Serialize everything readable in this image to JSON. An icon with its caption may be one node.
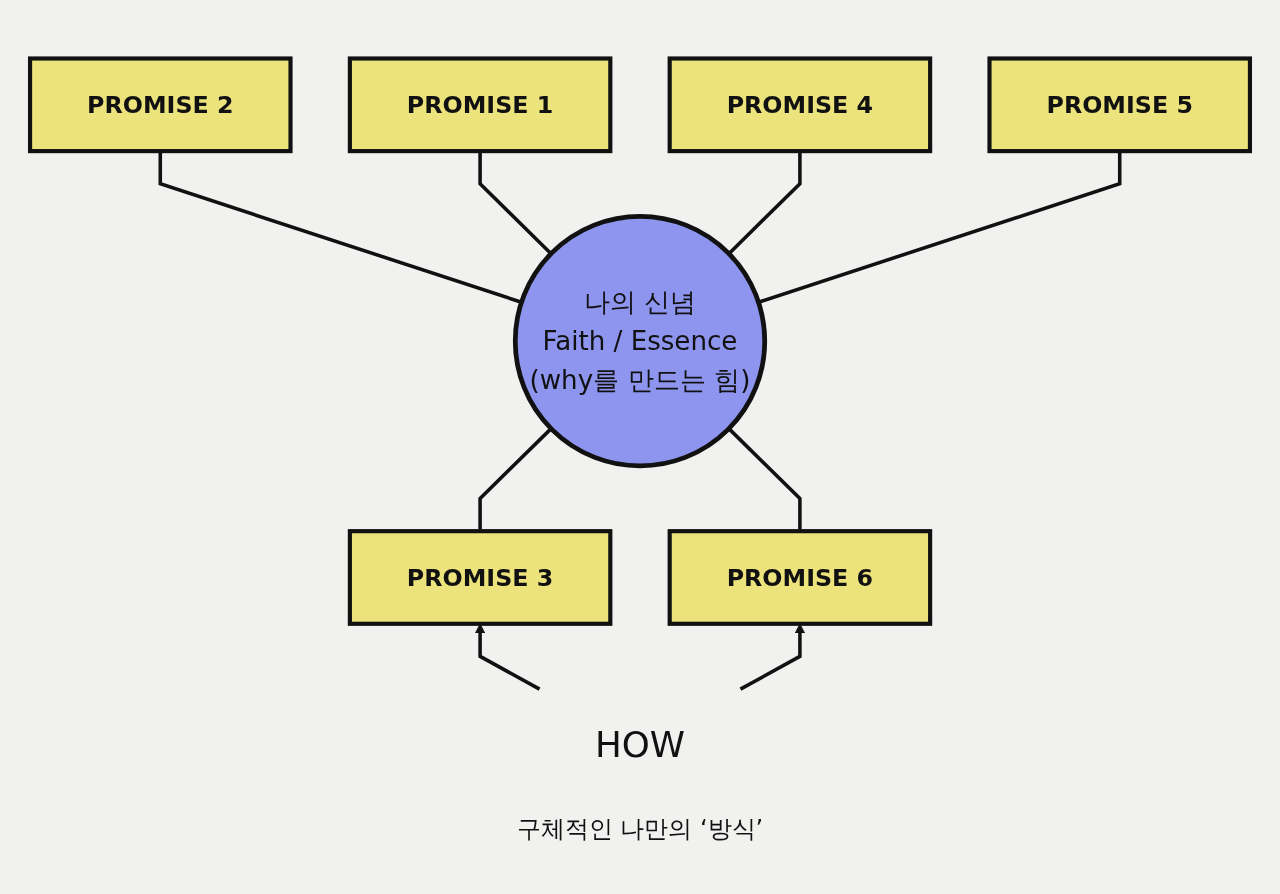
{
  "diagram": {
    "nodes": [
      {
        "text": [
          "나의 신념",
          "Faith / Essence",
          "(why를 만드는 힘)"
        ]
      },
      {
        "text": [
          "PROMISE 1"
        ]
      },
      {
        "text": [
          "PROMISE 2"
        ]
      },
      {
        "text": [
          "PROMISE 3"
        ]
      },
      {
        "text": [
          "PROMISE 4"
        ]
      },
      {
        "text": [
          "PROMISE 5"
        ]
      },
      {
        "text": [
          "PROMISE 6"
        ]
      },
      {
        "text": [
          "HOW"
        ]
      }
    ],
    "edges": [
      {
        "from": 0,
        "to": 2,
        "arrow": "none"
      },
      {
        "from": 0,
        "to": 1,
        "arrow": "none"
      },
      {
        "from": 0,
        "to": 4,
        "arrow": "none"
      },
      {
        "from": 0,
        "to": 5,
        "arrow": "none"
      },
      {
        "from": 3,
        "to": 0,
        "arrow": "none"
      },
      {
        "from": 6,
        "to": 0,
        "arrow": "none"
      },
      {
        "from": 7,
        "to": 3,
        "arrow": "to"
      },
      {
        "from": 7,
        "to": 6,
        "arrow": "to"
      }
    ],
    "labels": [
      "구체적인 나만의 ‘방식’"
    ]
  }
}
